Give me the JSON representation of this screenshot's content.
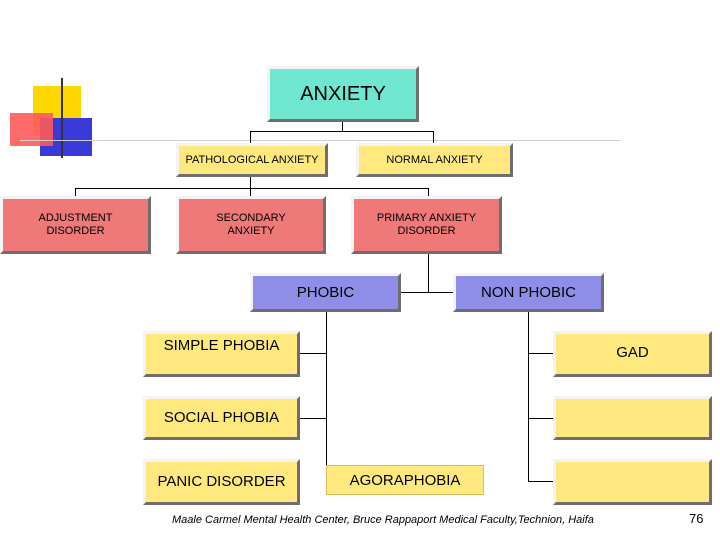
{
  "diagram": {
    "root": "ANXIETY",
    "level1": {
      "pathological": "PATHOLOGICAL ANXIETY",
      "normal": "NORMAL ANXIETY"
    },
    "level2": {
      "adjustment": "ADJUSTMENT DISORDER",
      "secondary": "SECONDARY ANXIETY",
      "primary": "PRIMARY ANXIETY DISORDER"
    },
    "level3": {
      "phobic": "PHOBIC",
      "non_phobic": "NON PHOBIC"
    },
    "phobic_items": [
      "SIMPLE PHOBIA",
      "SOCIAL PHOBIA",
      "PANIC DISORDER",
      "AGORAPHOBIA"
    ],
    "non_phobic_items": [
      "GAD",
      "",
      ""
    ]
  },
  "footer": {
    "credit": "Maale Carmel Mental Health Center, Bruce Rappaport Medical Faculty,Technion, Haifa",
    "page_number": "76"
  },
  "colors": {
    "teal": "#6fe6cf",
    "yellow": "#ffe97f",
    "red": "#ef7878",
    "blue": "#8e8ee8"
  }
}
